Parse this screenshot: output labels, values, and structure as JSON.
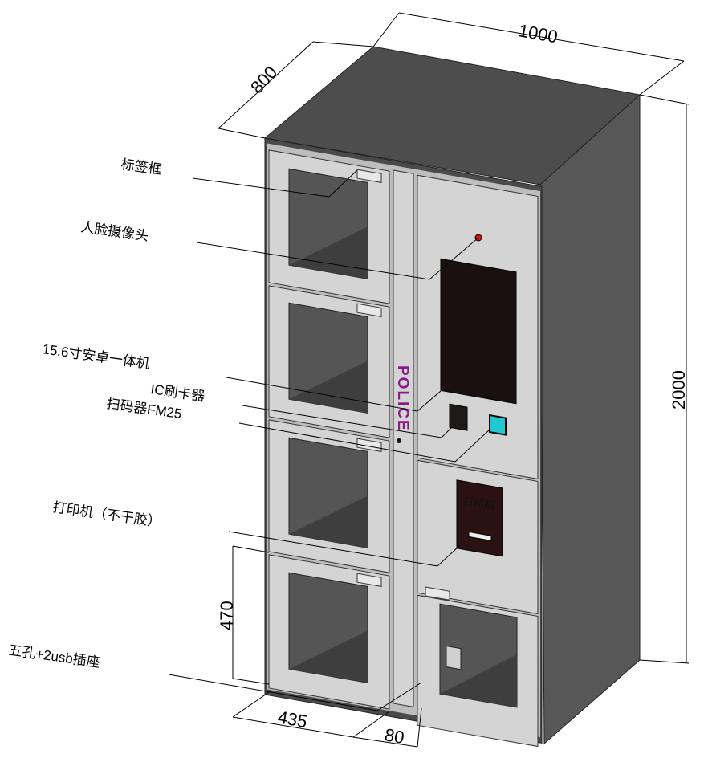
{
  "title": "Police evidence locker cabinet diagram",
  "brand_text": "POLICE",
  "printer_face_text": "打印机",
  "callouts": {
    "label_frame": "标签框",
    "face_camera": "人脸摄像头",
    "android_pc": "15.6寸安卓一体机",
    "ic_reader": "IC刷卡器",
    "scanner": "扫码器FM25",
    "printer": "打印机（不干胶）",
    "socket": "五孔+2usb插座"
  },
  "dimensions": {
    "width": "1000",
    "depth": "800",
    "height": "2000",
    "door_height": "470",
    "door_width": "435",
    "strip_width": "80"
  },
  "colors": {
    "body": "#4a4a4a",
    "top": "#4d4d4d",
    "side": "#565656",
    "panel": "#d4d4d4",
    "screen": "#1a1010",
    "brand": "#8a1a8a",
    "camera_dot": "#e01010",
    "scanner": "#20c8d0"
  }
}
